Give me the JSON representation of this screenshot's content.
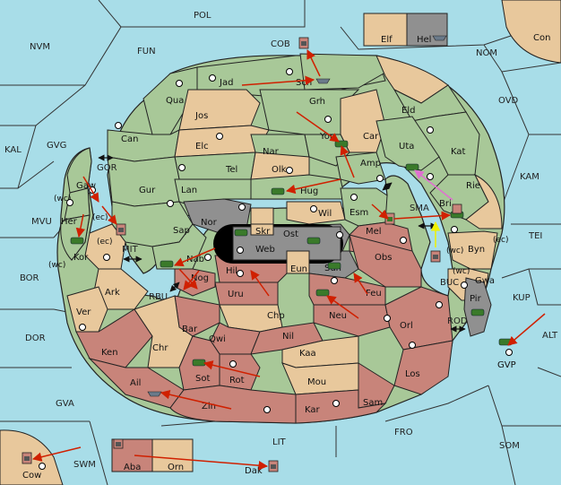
{
  "colors": {
    "sea": "#a8dde8",
    "green": "#a8c898",
    "tan": "#e8c89c",
    "red": "#c8847a",
    "gray": "#909090",
    "line": "#222222",
    "arrow": "#d02000",
    "arrow_pink": "#e070d0",
    "arrow_yellow": "#f0f000"
  },
  "sea_labels": {
    "pol": "POL",
    "fun": "FUN",
    "nvm": "NVM",
    "cob": "COB",
    "nom": "NOM",
    "ovd": "OVD",
    "kal": "KAL",
    "gvg": "GVG",
    "kam": "KAM",
    "tei": "TEI",
    "mvu": "MVU",
    "bor": "BOR",
    "dor": "DOR",
    "gva": "GVA",
    "alt": "ALT",
    "kup": "KUP",
    "fro": "FRO",
    "som": "SOM",
    "swm": "SWM",
    "lit": "LIT",
    "gor": "GOR",
    "mit": "MIT",
    "rbu": "RBU",
    "sma": "SMA",
    "buc": "BUC",
    "rod": "ROD"
  },
  "coast_labels": {
    "wc1": "(wc)",
    "ec1": "(ec)",
    "ec2": "(ec)",
    "wc2": "(wc)",
    "wc3": "(wc)",
    "ec3": "(ec)",
    "wc4": "(wc)"
  },
  "provinces": {
    "jad": "Jad",
    "sch": "Sch",
    "qua": "Qua",
    "jos": "Jos",
    "grh": "Grh",
    "can": "Can",
    "elc": "Elc",
    "nar": "Nar",
    "yor": "Yor",
    "car": "Car",
    "eld": "Eld",
    "uta": "Uta",
    "kat": "Kat",
    "tel": "Tel",
    "olk": "Olk",
    "amp": "Amp",
    "rie": "Rie",
    "gur": "Gur",
    "lan": "Lan",
    "hug": "Hug",
    "bri": "Bri",
    "gaw": "Gaw",
    "her": "Her",
    "kor": "Kor",
    "nor": "Nor",
    "skr": "Skr",
    "wil": "Wil",
    "esm": "Esm",
    "sap": "Sap",
    "web": "Web",
    "ost": "Ost",
    "mel": "Mel",
    "byn": "Byn",
    "nab": "Nab",
    "eun": "Eun",
    "sun": "Sun",
    "obs": "Obs",
    "nog": "Nog",
    "hil": "Hil",
    "uru": "Uru",
    "feu": "Feu",
    "gwa": "Gwa",
    "ark": "Ark",
    "chp": "Chp",
    "neu": "Neu",
    "pir": "Pir",
    "ver": "Ver",
    "bar": "Bar",
    "qwi": "Qwi",
    "nil": "Nil",
    "orl": "Orl",
    "ken": "Ken",
    "chr": "Chr",
    "kaa": "Kaa",
    "los": "Los",
    "sot": "Sot",
    "rot": "Rot",
    "mou": "Mou",
    "ail": "Ail",
    "sam": "Sam",
    "zin": "Zin",
    "kar": "Kar",
    "elf": "Elf",
    "hel": "Hel",
    "con": "Con",
    "gvp": "GVP",
    "cow": "Cow",
    "aba": "Aba",
    "orn": "Orn",
    "dak": "Dak"
  }
}
